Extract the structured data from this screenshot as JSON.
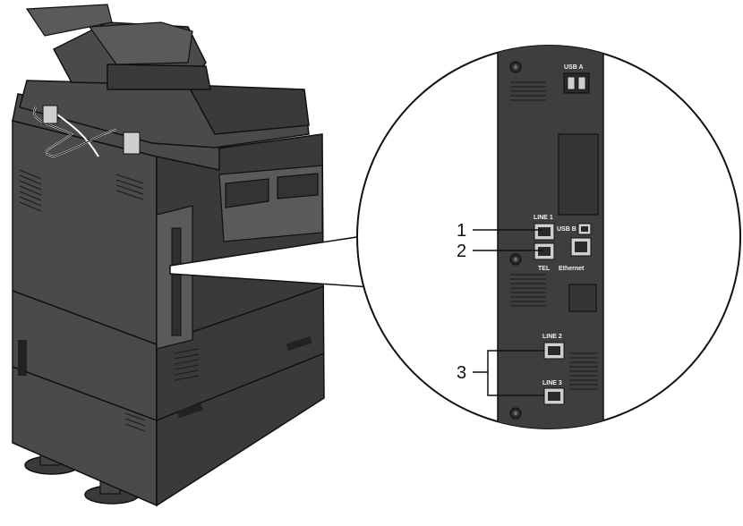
{
  "zoom_panel": {
    "ports": {
      "usb_a": "USB A",
      "usb_b": "USB B",
      "ethernet": "Ethernet",
      "line1": "LINE 1",
      "tel": "TEL",
      "line2": "LINE 2",
      "line3": "LINE 3"
    }
  },
  "callouts": {
    "one": "1",
    "two": "2",
    "three": "3"
  },
  "colors": {
    "device_body": "#4a4a4a",
    "panel": "#3e3e3e",
    "outline": "#111111",
    "background": "#ffffff"
  }
}
